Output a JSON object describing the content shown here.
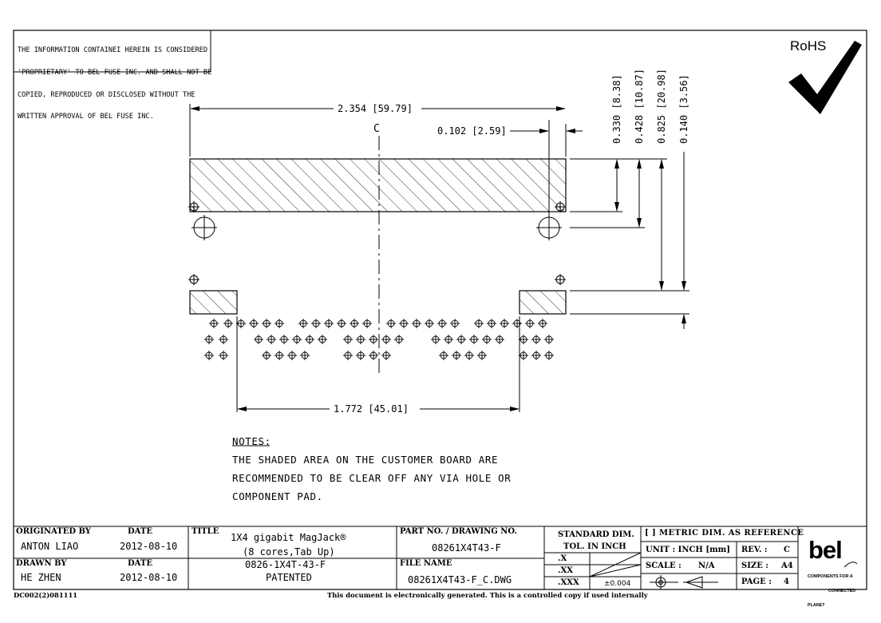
{
  "notice": {
    "lines": [
      "THE INFORMATION CONTAINEI HEREIN IS CONSIDERED",
      "'PROPRIETARY' TO BEL FUSE INC. AND SHALL NOT BE",
      "COPIED, REPRODUCED OR DISCLOSED WITHOUT THE",
      "WRITTEN APPROVAL OF BEL FUSE INC."
    ]
  },
  "rohs": {
    "label": "RoHS"
  },
  "dimensions": {
    "overall_width": "2.354 [59.79]",
    "centerline": "C",
    "edge_offset": "0.102 [2.59]",
    "pin_span": "1.772 [45.01]",
    "vertical": [
      "0.330 [8.38]",
      "0.428 [10.87]",
      "0.825 [20.98]",
      "0.140 [3.56]"
    ]
  },
  "notes": {
    "heading": "NOTES:",
    "lines": [
      "THE SHADED AREA ON THE CUSTOMER BOARD ARE",
      "RECOMMENDED TO BE CLEAR OFF ANY VIA HOLE OR",
      "COMPONENT PAD."
    ]
  },
  "title_block": {
    "originated_by": {
      "label": "ORIGINATED BY",
      "value": "ANTON LIAO"
    },
    "orig_date": {
      "label": "DATE",
      "value": "2012-08-10"
    },
    "drawn_by": {
      "label": "DRAWN BY",
      "value": "HE ZHEN"
    },
    "drawn_date": {
      "label": "DATE",
      "value": "2012-08-10"
    },
    "title": {
      "label": "TITLE",
      "lines": [
        "1X4 gigabit MagJack®",
        "(8 cores,Tab Up)",
        "0826-1X4T-43-F",
        "PATENTED"
      ]
    },
    "part_no": {
      "label": "PART NO. / DRAWING NO.",
      "value": "08261X4T43-F"
    },
    "file_name": {
      "label": "FILE NAME",
      "value": "08261X4T43-F_C.DWG"
    },
    "standard_dim": {
      "line1": "STANDARD DIM.",
      "line2": "TOL. IN INCH"
    },
    "tolerances": {
      "x": ".X",
      "xx": ".XX",
      "xxx": ".XXX",
      "xxx_value": "±0.004"
    },
    "metric_ref": "[ ] METRIC DIM. AS REFERENCE",
    "unit": "UNIT : INCH [mm]",
    "rev": {
      "label": "REV. :",
      "value": "C"
    },
    "scale": {
      "label": "SCALE :",
      "value": "N/A"
    },
    "size": {
      "label": "SIZE :",
      "value": "A4"
    },
    "page": {
      "label": "PAGE :",
      "value": "4"
    },
    "logo": {
      "text": "bel",
      "tagline": [
        "COMPONENTS FOR A",
        "CONNECTED",
        "PLANET"
      ]
    }
  },
  "footer": {
    "form_id": "DC002(2)081111",
    "statement": "This document is electronically generated. This is a controlled copy if used internally"
  }
}
